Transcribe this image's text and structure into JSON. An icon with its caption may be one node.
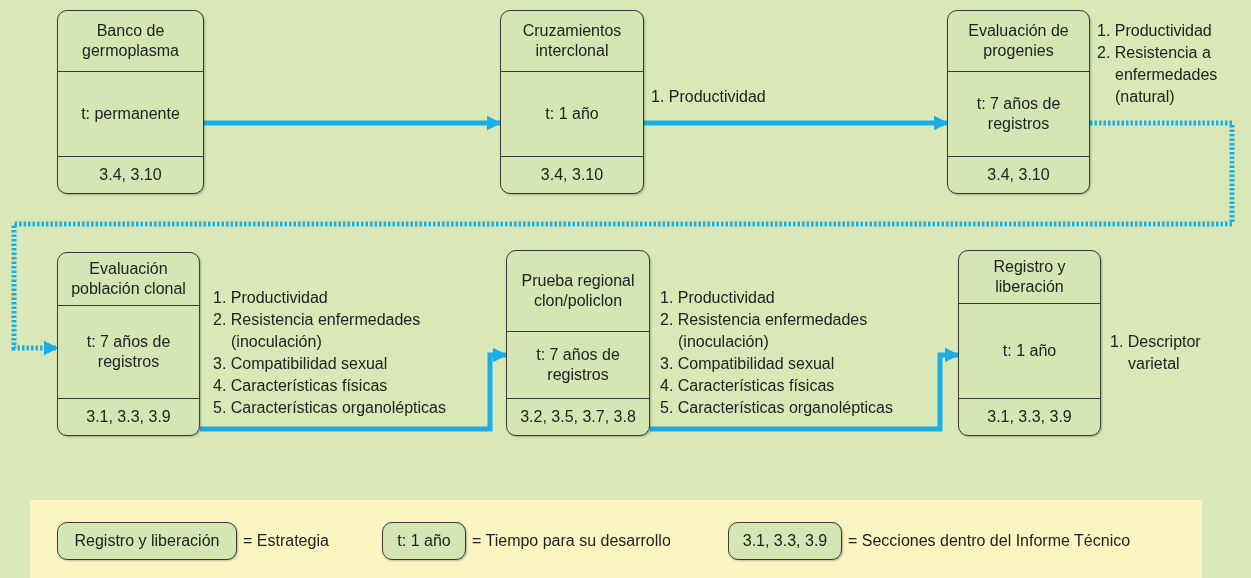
{
  "diagram": {
    "nodes": [
      {
        "text": [
          "Banco de germoplasma",
          "t: permanente",
          "3.4, 3.10"
        ]
      },
      {
        "text": [
          "Cruzamientos interclonal",
          "t: 1 año",
          "3.4, 3.10"
        ],
        "beside": [
          "1. Productividad"
        ]
      },
      {
        "text": [
          "Evaluación de progenies",
          "t: 7 años de registros",
          "3.4, 3.10"
        ],
        "beside": [
          "1. Productividad",
          "2. Resistencia a enfermedades (natural)"
        ]
      },
      {
        "text": [
          "Evaluación población clonal",
          "t: 7 años de registros",
          "3.1, 3.3, 3.9"
        ],
        "beside": [
          "1. Productividad",
          "2. Resistencia enfermedades (inoculación)",
          "3. Compatibilidad sexual",
          "4. Características físicas",
          "5. Características organolépticas"
        ]
      },
      {
        "text": [
          "Prueba regional clon/policlon",
          "t: 7 años de registros",
          "3.2, 3.5, 3.7, 3.8"
        ],
        "beside": [
          "1. Productividad",
          "2. Resistencia enfermedades (inoculación)",
          "3. Compatibilidad sexual",
          "4. Características físicas",
          "5. Características organolépticas"
        ]
      },
      {
        "text": [
          "Registro y liberación",
          "t: 1 año",
          "3.1, 3.3, 3.9"
        ],
        "beside": [
          "1. Descriptor varietal"
        ]
      },
      {
        "text": [
          "Registro y liberación"
        ],
        "beside": [
          "= Estrategia"
        ]
      },
      {
        "text": [
          "t: 1 año"
        ],
        "beside": [
          "= Tiempo para su desarrollo"
        ]
      },
      {
        "text": [
          "3.1, 3.3, 3.9"
        ],
        "beside": [
          "= Secciones dentro del Informe Técnico"
        ]
      }
    ],
    "edges": [
      {
        "from": 0,
        "to": 1,
        "arrow": "to"
      },
      {
        "from": 1,
        "to": 2,
        "arrow": "to"
      },
      {
        "from": 2,
        "to": 3,
        "arrow": "to",
        "style": "dashed"
      },
      {
        "from": 3,
        "to": 4,
        "arrow": "to"
      },
      {
        "from": 4,
        "to": 5,
        "arrow": "to"
      }
    ]
  }
}
